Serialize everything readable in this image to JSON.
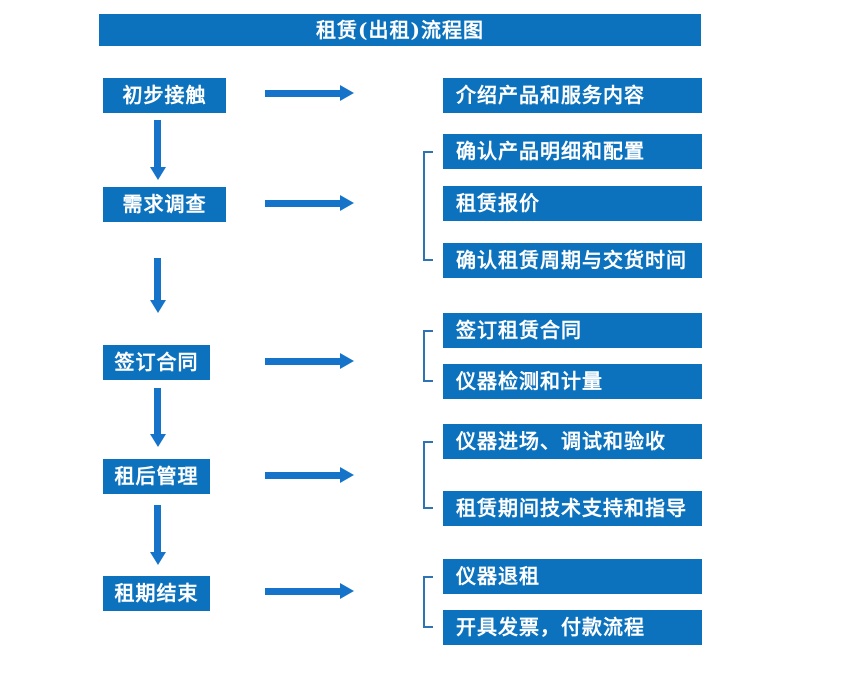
{
  "title": "租赁(出租)流程图",
  "colors": {
    "box_fill": "#0d72bd",
    "arrow": "#1574c9",
    "bracket": "#2e74b5",
    "text": "#ffffff",
    "background": "#ffffff"
  },
  "steps": [
    {
      "label": "初步接触",
      "details": [
        "介绍产品和服务内容"
      ]
    },
    {
      "label": "需求调查",
      "details": [
        "确认产品明细和配置",
        "租赁报价",
        "确认租赁周期与交货时间"
      ]
    },
    {
      "label": "签订合同",
      "details": [
        "签订租赁合同",
        "仪器检测和计量"
      ]
    },
    {
      "label": "租后管理",
      "details": [
        "仪器进场、调试和验收",
        "租赁期间技术支持和指导"
      ]
    },
    {
      "label": "租期结束",
      "details": [
        "仪器退租",
        "开具发票，付款流程"
      ]
    }
  ]
}
